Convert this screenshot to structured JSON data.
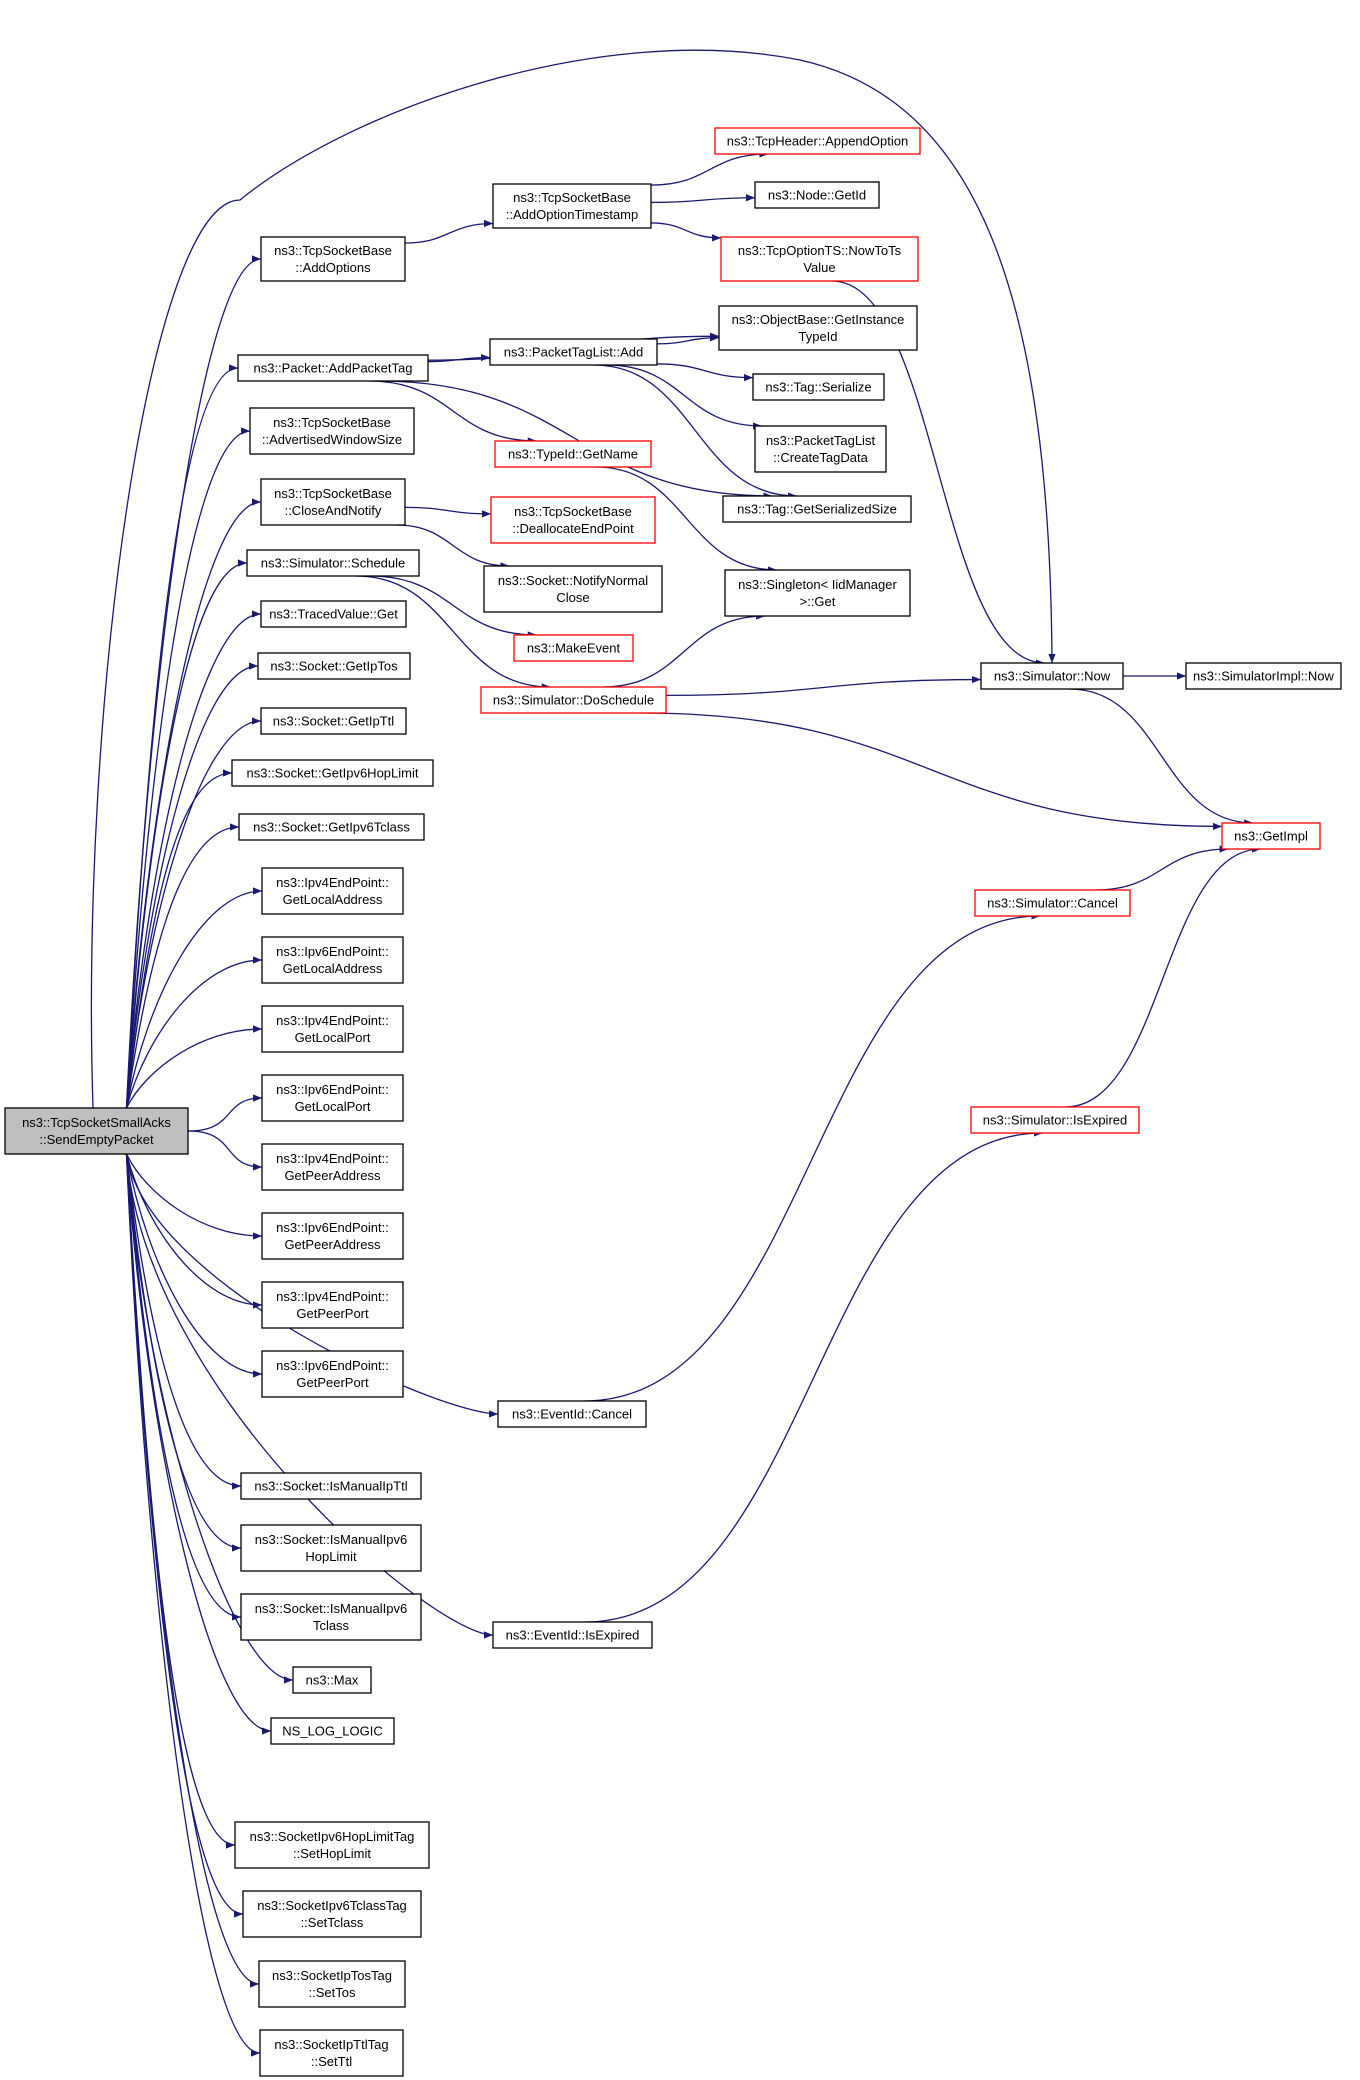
{
  "nodes": [
    {
      "id": "root",
      "lines": [
        "ns3::TcpSocketSmallAcks",
        "::SendEmptyPacket"
      ],
      "style": "root"
    },
    {
      "id": "addOptions",
      "lines": [
        "ns3::TcpSocketBase",
        "::AddOptions"
      ]
    },
    {
      "id": "addPacketTag",
      "lines": [
        "ns3::Packet::AddPacketTag"
      ]
    },
    {
      "id": "advWin",
      "lines": [
        "ns3::TcpSocketBase",
        "::AdvertisedWindowSize"
      ]
    },
    {
      "id": "closeNotify",
      "lines": [
        "ns3::TcpSocketBase",
        "::CloseAndNotify"
      ]
    },
    {
      "id": "schedule",
      "lines": [
        "ns3::Simulator::Schedule"
      ]
    },
    {
      "id": "tracedGet",
      "lines": [
        "ns3::TracedValue::Get"
      ]
    },
    {
      "id": "getIpTos",
      "lines": [
        "ns3::Socket::GetIpTos"
      ]
    },
    {
      "id": "getIpTtl",
      "lines": [
        "ns3::Socket::GetIpTtl"
      ]
    },
    {
      "id": "getIpv6Hop",
      "lines": [
        "ns3::Socket::GetIpv6HopLimit"
      ]
    },
    {
      "id": "getIpv6Tclass",
      "lines": [
        "ns3::Socket::GetIpv6Tclass"
      ]
    },
    {
      "id": "ipv4LocalAddr",
      "lines": [
        "ns3::Ipv4EndPoint::",
        "GetLocalAddress"
      ]
    },
    {
      "id": "ipv6LocalAddr",
      "lines": [
        "ns3::Ipv6EndPoint::",
        "GetLocalAddress"
      ]
    },
    {
      "id": "ipv4LocalPort",
      "lines": [
        "ns3::Ipv4EndPoint::",
        "GetLocalPort"
      ]
    },
    {
      "id": "ipv6LocalPort",
      "lines": [
        "ns3::Ipv6EndPoint::",
        "GetLocalPort"
      ]
    },
    {
      "id": "ipv4PeerAddr",
      "lines": [
        "ns3::Ipv4EndPoint::",
        "GetPeerAddress"
      ]
    },
    {
      "id": "ipv6PeerAddr",
      "lines": [
        "ns3::Ipv6EndPoint::",
        "GetPeerAddress"
      ]
    },
    {
      "id": "ipv4PeerPort",
      "lines": [
        "ns3::Ipv4EndPoint::",
        "GetPeerPort"
      ]
    },
    {
      "id": "ipv6PeerPort",
      "lines": [
        "ns3::Ipv6EndPoint::",
        "GetPeerPort"
      ]
    },
    {
      "id": "eventCancel",
      "lines": [
        "ns3::EventId::Cancel"
      ]
    },
    {
      "id": "isManualTtl",
      "lines": [
        "ns3::Socket::IsManualIpTtl"
      ]
    },
    {
      "id": "isManualHop",
      "lines": [
        "ns3::Socket::IsManualIpv6",
        "HopLimit"
      ]
    },
    {
      "id": "isManualTclass",
      "lines": [
        "ns3::Socket::IsManualIpv6",
        "Tclass"
      ]
    },
    {
      "id": "max",
      "lines": [
        "ns3::Max"
      ]
    },
    {
      "id": "nsLog",
      "lines": [
        "NS_LOG_LOGIC"
      ]
    },
    {
      "id": "eventExpired",
      "lines": [
        "ns3::EventId::IsExpired"
      ]
    },
    {
      "id": "setHop",
      "lines": [
        "ns3::SocketIpv6HopLimitTag",
        "::SetHopLimit"
      ]
    },
    {
      "id": "setTclass",
      "lines": [
        "ns3::SocketIpv6TclassTag",
        "::SetTclass"
      ]
    },
    {
      "id": "setTos",
      "lines": [
        "ns3::SocketIpTosTag",
        "::SetTos"
      ]
    },
    {
      "id": "setTtl",
      "lines": [
        "ns3::SocketIpTtlTag",
        "::SetTtl"
      ]
    },
    {
      "id": "addOptTs",
      "lines": [
        "ns3::TcpSocketBase",
        "::AddOptionTimestamp"
      ]
    },
    {
      "id": "ptlAdd",
      "lines": [
        "ns3::PacketTagList::Add"
      ]
    },
    {
      "id": "typeGetName",
      "lines": [
        "ns3::TypeId::GetName"
      ],
      "style": "red"
    },
    {
      "id": "dealloc",
      "lines": [
        "ns3::TcpSocketBase",
        "::DeallocateEndPoint"
      ],
      "style": "red"
    },
    {
      "id": "notifyClose",
      "lines": [
        "ns3::Socket::NotifyNormal",
        "Close"
      ]
    },
    {
      "id": "makeEvent",
      "lines": [
        "ns3::MakeEvent"
      ],
      "style": "red"
    },
    {
      "id": "doSchedule",
      "lines": [
        "ns3::Simulator::DoSchedule"
      ],
      "style": "red"
    },
    {
      "id": "appendOpt",
      "lines": [
        "ns3::TcpHeader::AppendOption"
      ],
      "style": "red"
    },
    {
      "id": "nodeGetId",
      "lines": [
        "ns3::Node::GetId"
      ]
    },
    {
      "id": "nowToTs",
      "lines": [
        "ns3::TcpOptionTS::NowToTs",
        "Value"
      ],
      "style": "red"
    },
    {
      "id": "objGetInst",
      "lines": [
        "ns3::ObjectBase::GetInstance",
        "TypeId"
      ]
    },
    {
      "id": "tagSerialize",
      "lines": [
        "ns3::Tag::Serialize"
      ]
    },
    {
      "id": "createTagData",
      "lines": [
        "ns3::PacketTagList",
        "::CreateTagData"
      ]
    },
    {
      "id": "tagSerSize",
      "lines": [
        "ns3::Tag::GetSerializedSize"
      ]
    },
    {
      "id": "singletonGet",
      "lines": [
        "ns3::Singleton< IidManager",
        ">::Get"
      ]
    },
    {
      "id": "simNow",
      "lines": [
        "ns3::Simulator::Now"
      ]
    },
    {
      "id": "simImplNow",
      "lines": [
        "ns3::SimulatorImpl::Now"
      ]
    },
    {
      "id": "getImpl",
      "lines": [
        "ns3::GetImpl"
      ],
      "style": "red"
    },
    {
      "id": "simCancel",
      "lines": [
        "ns3::Simulator::Cancel"
      ],
      "style": "red"
    },
    {
      "id": "simIsExpired",
      "lines": [
        "ns3::Simulator::IsExpired"
      ],
      "style": "red"
    }
  ],
  "edges": [
    [
      "root",
      "addOptions"
    ],
    [
      "root",
      "addPacketTag"
    ],
    [
      "root",
      "advWin"
    ],
    [
      "root",
      "closeNotify"
    ],
    [
      "root",
      "schedule"
    ],
    [
      "root",
      "tracedGet"
    ],
    [
      "root",
      "getIpTos"
    ],
    [
      "root",
      "getIpTtl"
    ],
    [
      "root",
      "getIpv6Hop"
    ],
    [
      "root",
      "getIpv6Tclass"
    ],
    [
      "root",
      "ipv4LocalAddr"
    ],
    [
      "root",
      "ipv6LocalAddr"
    ],
    [
      "root",
      "ipv4LocalPort"
    ],
    [
      "root",
      "ipv6LocalPort"
    ],
    [
      "root",
      "ipv4PeerAddr"
    ],
    [
      "root",
      "ipv6PeerAddr"
    ],
    [
      "root",
      "ipv4PeerPort"
    ],
    [
      "root",
      "ipv6PeerPort"
    ],
    [
      "root",
      "eventCancel"
    ],
    [
      "root",
      "isManualTtl"
    ],
    [
      "root",
      "isManualHop"
    ],
    [
      "root",
      "isManualTclass"
    ],
    [
      "root",
      "max"
    ],
    [
      "root",
      "nsLog"
    ],
    [
      "root",
      "eventExpired"
    ],
    [
      "root",
      "setHop"
    ],
    [
      "root",
      "setTclass"
    ],
    [
      "root",
      "setTos"
    ],
    [
      "root",
      "setTtl"
    ],
    [
      "root",
      "simNow"
    ],
    [
      "addOptions",
      "addOptTs"
    ],
    [
      "addOptTs",
      "appendOpt"
    ],
    [
      "addOptTs",
      "nodeGetId"
    ],
    [
      "addOptTs",
      "nowToTs"
    ],
    [
      "nowToTs",
      "simNow"
    ],
    [
      "addPacketTag",
      "objGetInst"
    ],
    [
      "addPacketTag",
      "ptlAdd"
    ],
    [
      "addPacketTag",
      "typeGetName"
    ],
    [
      "addPacketTag",
      "tagSerSize"
    ],
    [
      "ptlAdd",
      "objGetInst"
    ],
    [
      "ptlAdd",
      "tagSerialize"
    ],
    [
      "ptlAdd",
      "createTagData"
    ],
    [
      "ptlAdd",
      "tagSerSize"
    ],
    [
      "typeGetName",
      "singletonGet"
    ],
    [
      "closeNotify",
      "dealloc"
    ],
    [
      "closeNotify",
      "notifyClose"
    ],
    [
      "schedule",
      "makeEvent"
    ],
    [
      "schedule",
      "doSchedule"
    ],
    [
      "doSchedule",
      "singletonGet"
    ],
    [
      "doSchedule",
      "simNow"
    ],
    [
      "doSchedule",
      "getImpl"
    ],
    [
      "simNow",
      "simImplNow"
    ],
    [
      "simNow",
      "getImpl"
    ],
    [
      "simCancel",
      "getImpl"
    ],
    [
      "simIsExpired",
      "getImpl"
    ],
    [
      "eventCancel",
      "simCancel"
    ],
    [
      "eventExpired",
      "simIsExpired"
    ]
  ]
}
